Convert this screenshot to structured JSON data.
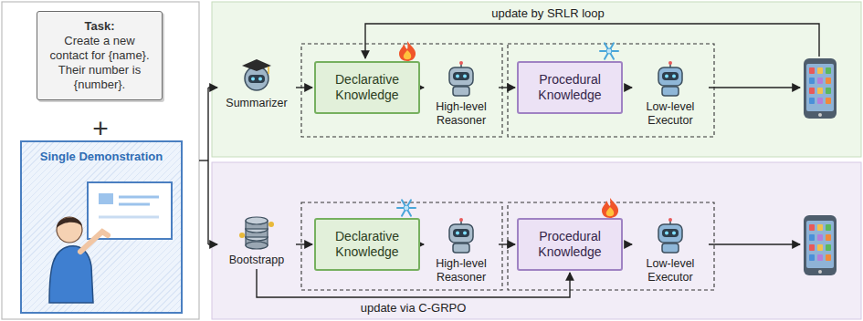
{
  "diagram": {
    "nodes": [
      {
        "text": [
          "Task:",
          "Create a new contact for {name}. Their number is {number}."
        ]
      },
      {
        "text": [
          "Single Demonstration"
        ]
      },
      {
        "text": [
          "Summarizer"
        ]
      },
      {
        "text": [
          "Declarative Knowledge"
        ]
      },
      {
        "text": [
          "High-level Reasoner"
        ]
      },
      {
        "text": [
          "Procedural Knowledge"
        ]
      },
      {
        "text": [
          "Low-level Executor"
        ]
      },
      {
        "text": [
          "Bootstrapp"
        ]
      },
      {
        "text": [
          "Declarative Knowledge"
        ]
      },
      {
        "text": [
          "High-level Reasoner"
        ]
      },
      {
        "text": [
          "Procedural Knowledge"
        ]
      },
      {
        "text": [
          "Low-level Executor"
        ]
      }
    ],
    "edges": [
      {
        "from": 2,
        "to": 3,
        "arrow": "to"
      },
      {
        "from": 3,
        "to": 4,
        "arrow": "to"
      },
      {
        "from": 4,
        "to": 5,
        "arrow": "to"
      },
      {
        "from": 5,
        "to": 6,
        "arrow": "to"
      },
      {
        "from": 7,
        "to": 8,
        "arrow": "to"
      },
      {
        "from": 8,
        "to": 9,
        "arrow": "to"
      },
      {
        "from": 9,
        "to": 10,
        "arrow": "to"
      },
      {
        "from": 10,
        "to": 11,
        "arrow": "to"
      },
      {
        "from": 7,
        "to": 10,
        "label": "update via C-GRPO",
        "arrow": "to"
      }
    ],
    "labels": [
      "+",
      "update by SRLR loop"
    ]
  }
}
